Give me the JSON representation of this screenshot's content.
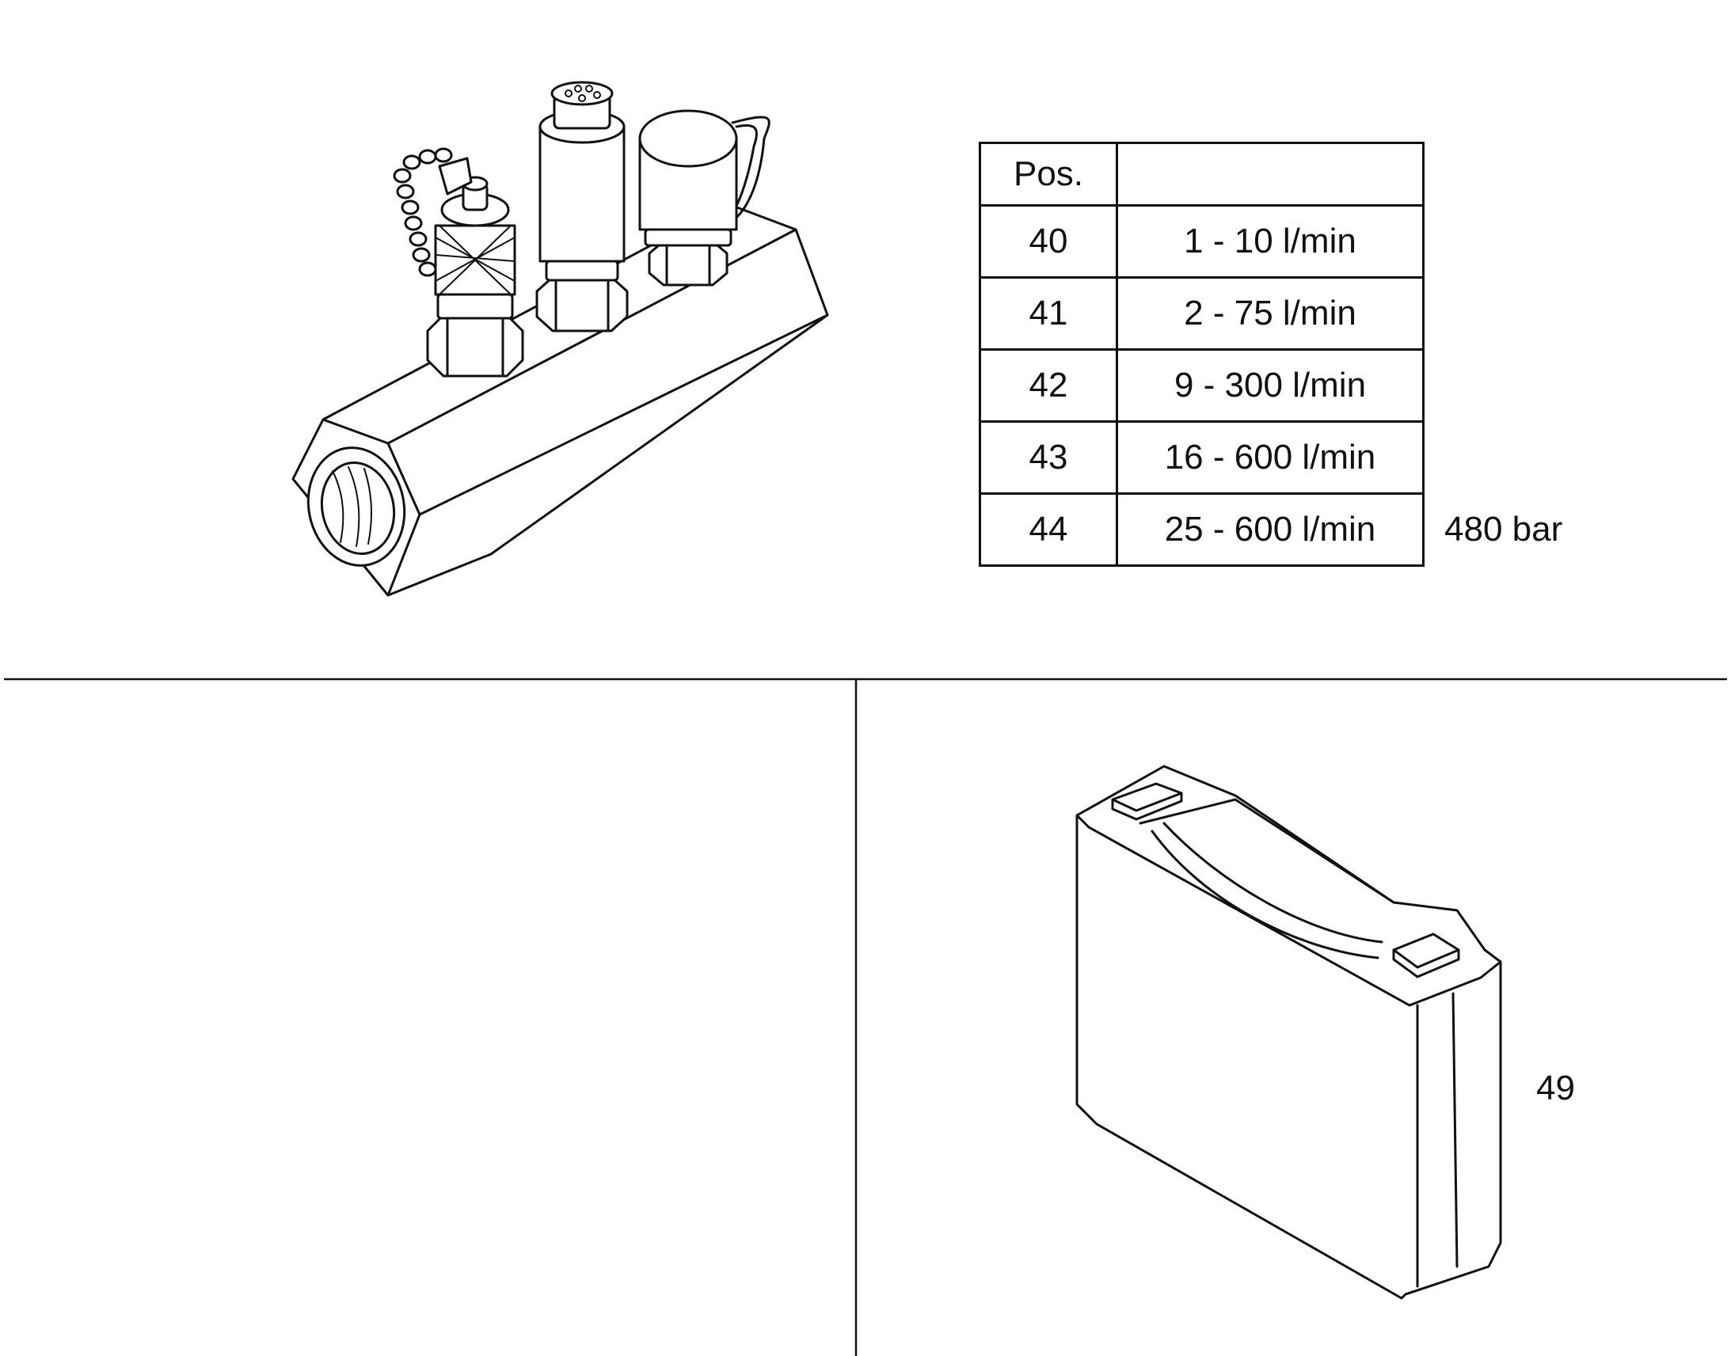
{
  "table": {
    "header": [
      "Pos.",
      ""
    ],
    "rows": [
      {
        "pos": "40",
        "range": "1 - 10 l/min"
      },
      {
        "pos": "41",
        "range": "2 - 75 l/min"
      },
      {
        "pos": "42",
        "range": "9 - 300 l/min"
      },
      {
        "pos": "43",
        "range": "16 - 600 l/min"
      },
      {
        "pos": "44",
        "range": "25 - 600 l/min"
      }
    ]
  },
  "pressure_label": "480 bar",
  "case_label": "49"
}
